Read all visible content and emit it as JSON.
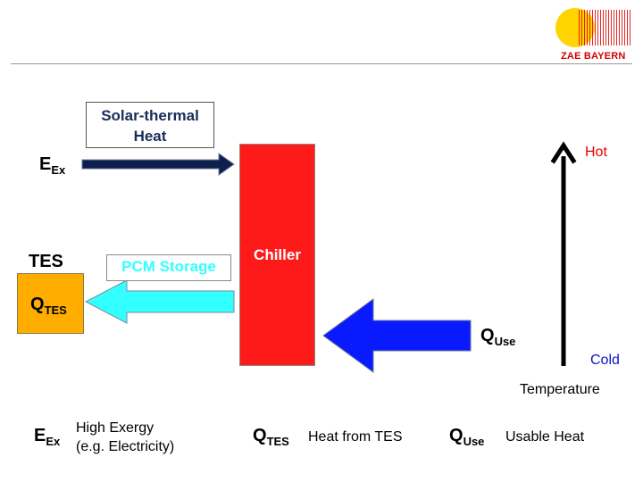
{
  "logo": {
    "text": "ZAE BAYERN",
    "sun_color": "#ffd400",
    "text_color": "#d40000"
  },
  "diagram": {
    "solar_label": {
      "line1": "Solar-thermal",
      "line2": "Heat"
    },
    "pcm_label": "PCM Storage",
    "chiller_label": "Chiller",
    "tes_title": "TES",
    "symbols": {
      "e_ex": {
        "main": "E",
        "sub": "Ex"
      },
      "q_tes": {
        "main": "Q",
        "sub": "TES"
      },
      "q_use": {
        "main": "Q",
        "sub": "Use"
      }
    },
    "temperature_scale": {
      "hot": "Hot",
      "cold": "Cold",
      "label": "Temperature"
    },
    "colors": {
      "exergy_arrow": "#0d1f4d",
      "pcm_arrow": "#33ffff",
      "use_arrow": "#0a1aff",
      "chiller": "#ff1a1a",
      "tes_box": "#ffae00",
      "hot": "#e60000",
      "cold": "#1010d0"
    }
  },
  "legend": [
    {
      "main": "E",
      "sub": "Ex",
      "desc_line1": "High Exergy",
      "desc_line2": "(e.g. Electricity)"
    },
    {
      "main": "Q",
      "sub": "TES",
      "desc": "Heat from TES"
    },
    {
      "main": "Q",
      "sub": "Use",
      "desc": "Usable Heat"
    }
  ]
}
